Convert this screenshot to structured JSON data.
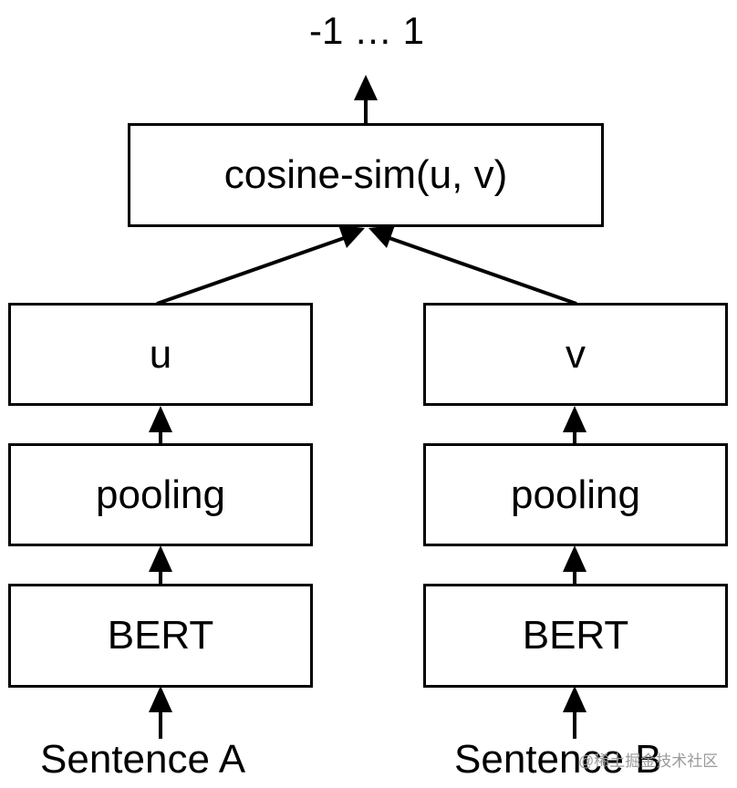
{
  "output_label": "-1 … 1",
  "similarity_box": "cosine-sim(u, v)",
  "left": {
    "embedding": "u",
    "pooling": "pooling",
    "encoder": "BERT",
    "input": "Sentence A"
  },
  "right": {
    "embedding": "v",
    "pooling": "pooling",
    "encoder": "BERT",
    "input": "Sentence B"
  },
  "watermark": "@稀土掘金技术社区"
}
